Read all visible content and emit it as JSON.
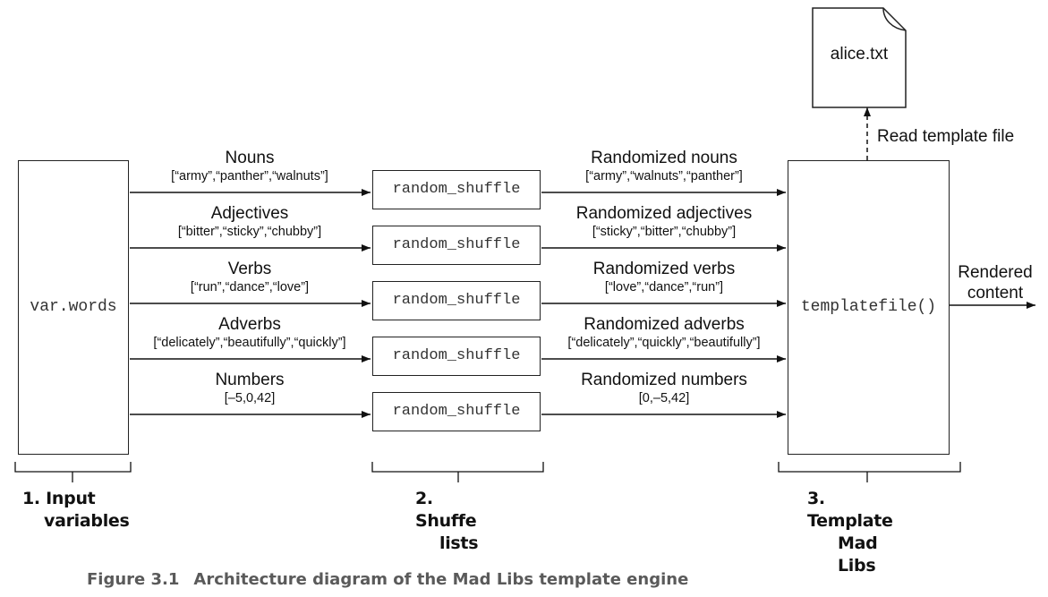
{
  "input_box": {
    "label": "var.words"
  },
  "shuffle_label": "random_shuffle",
  "template_box": {
    "label": "templatefile()"
  },
  "file": {
    "label": "alice.txt",
    "read_label": "Read template file"
  },
  "output": {
    "line1": "Rendered",
    "line2": "content"
  },
  "rows": [
    {
      "in_title": "Nouns",
      "in_list": "[“army”,“panther”,“walnuts”]",
      "out_title": "Randomized nouns",
      "out_list": "[“army”,“walnuts”,“panther”]"
    },
    {
      "in_title": "Adjectives",
      "in_list": "[“bitter”,“sticky”,“chubby”]",
      "out_title": "Randomized adjectives",
      "out_list": "[“sticky”,“bitter”,“chubby”]"
    },
    {
      "in_title": "Verbs",
      "in_list": "[“run”,“dance”,“love”]",
      "out_title": "Randomized verbs",
      "out_list": "[“love”,“dance”,“run”]"
    },
    {
      "in_title": "Adverbs",
      "in_list": "[“delicately”,“beautifully”,“quickly”]",
      "out_title": "Randomized adverbs",
      "out_list": "[“delicately”,“quickly”,“beautifully”]"
    },
    {
      "in_title": "Numbers",
      "in_list": "[–5,0,42]",
      "out_title": "Randomized numbers",
      "out_list": "[0,–5,42]"
    }
  ],
  "stages": [
    {
      "line1": "1. Input",
      "line2": "variables"
    },
    {
      "line1": "2. Shuffe",
      "line2": "lists"
    },
    {
      "line1": "3. Template",
      "line2": "Mad Libs"
    }
  ],
  "caption": {
    "number": "Figure 3.1",
    "text": "Architecture diagram of the Mad Libs template engine"
  }
}
